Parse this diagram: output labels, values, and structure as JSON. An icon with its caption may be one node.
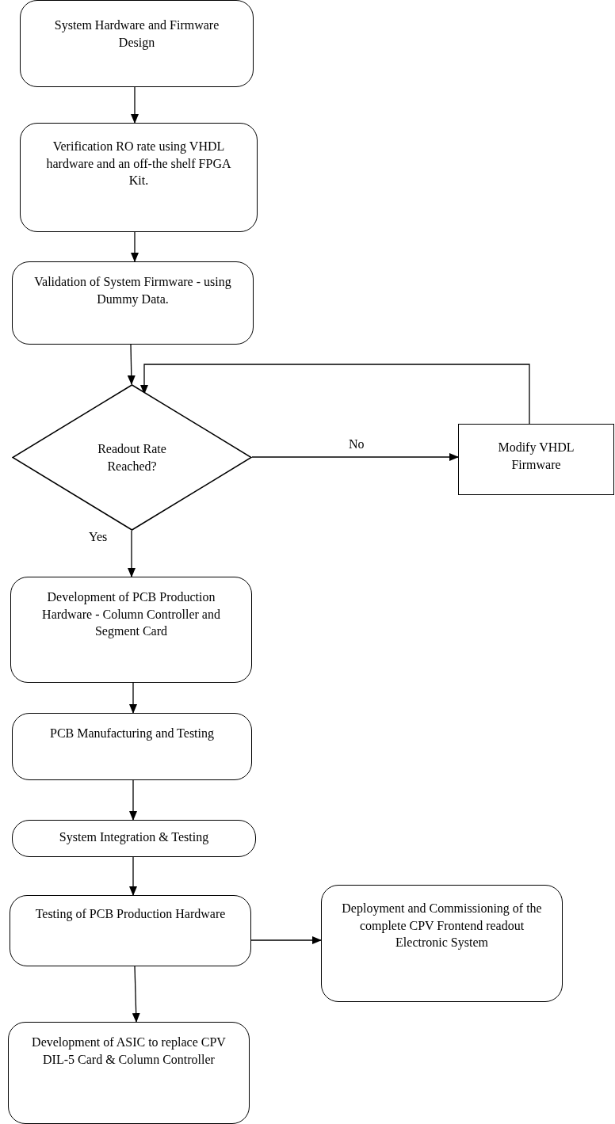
{
  "diagram": {
    "nodes": [
      {
        "text": [
          "System Hardware and Firmware Design"
        ]
      },
      {
        "text": [
          "Verification RO rate using VHDL hardware and an off-the shelf FPGA Kit."
        ]
      },
      {
        "text": [
          "Validation of System Firmware - using Dummy Data."
        ]
      },
      {
        "text": [
          "Readout Rate Reached?"
        ]
      },
      {
        "text": [
          "Modify VHDL Firmware"
        ]
      },
      {
        "text": [
          "Development of PCB Production Hardware - Column Controller and Segment Card"
        ]
      },
      {
        "text": [
          "PCB Manufacturing and Testing"
        ]
      },
      {
        "text": [
          "System Integration & Testing"
        ]
      },
      {
        "text": [
          "Testing of PCB Production Hardware"
        ]
      },
      {
        "text": [
          "Deployment and Commissioning of the complete CPV Frontend readout Electronic System"
        ]
      },
      {
        "text": [
          "Development of ASIC to replace CPV DIL-5 Card & Column Controller"
        ]
      }
    ],
    "edges": [
      {
        "from": 0,
        "to": 1,
        "arrow": "to"
      },
      {
        "from": 1,
        "to": 2,
        "arrow": "to"
      },
      {
        "from": 2,
        "to": 3,
        "arrow": "to"
      },
      {
        "from": 3,
        "to": 4,
        "arrow": "to",
        "label": "No"
      },
      {
        "from": 4,
        "to": 3,
        "arrow": "to"
      },
      {
        "from": 3,
        "to": 5,
        "arrow": "to",
        "label": "Yes"
      },
      {
        "from": 5,
        "to": 6,
        "arrow": "to"
      },
      {
        "from": 6,
        "to": 7,
        "arrow": "to"
      },
      {
        "from": 7,
        "to": 8,
        "arrow": "to"
      },
      {
        "from": 8,
        "to": 9,
        "arrow": "to"
      },
      {
        "from": 8,
        "to": 10,
        "arrow": "to"
      }
    ]
  }
}
